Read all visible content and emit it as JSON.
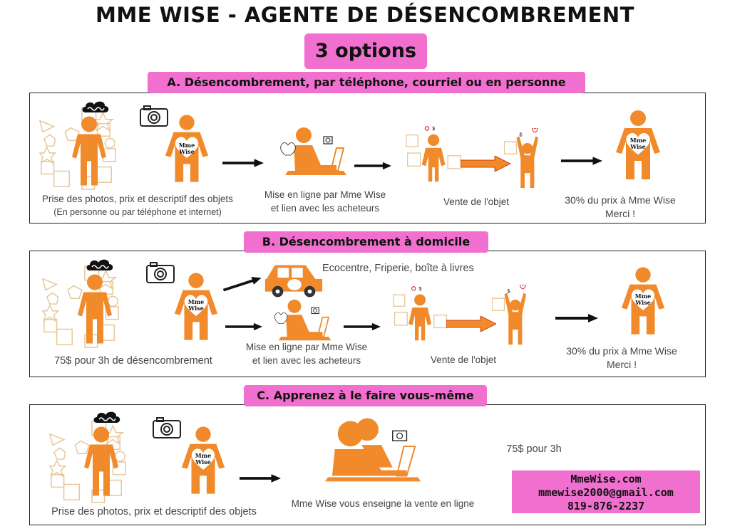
{
  "title": "MME WISE - AGENTE DE DÉSENCOMBREMENT",
  "options_badge": "3 options",
  "colors": {
    "accent_pink": "#f06fcf",
    "figure_orange": "#f08a2a",
    "text": "#111111"
  },
  "icons": [
    "person-with-items-icon",
    "camera-icon",
    "mme-wise-agent-icon",
    "arrow-right-icon",
    "laptop-person-icon",
    "car-icon",
    "seller-icon",
    "buyer-icon"
  ],
  "section_a": {
    "label": "A. Désencombrement, par téléphone, courriel ou en personne",
    "captions": {
      "photos_line1": "Prise des photos, prix et descriptif des objets",
      "photos_line2": "(En personne ou par téléphone et internet)",
      "online_line1": "Mise en ligne par Mme Wise",
      "online_line2": "et lien avec les acheteurs",
      "sale": "Vente de l'objet",
      "commission_line1": "30% du prix à Mme Wise",
      "commission_line2": "Merci !"
    }
  },
  "section_b": {
    "label": "B. Désencombrement à domicile",
    "captions": {
      "price": "75$ pour 3h de désencombrement",
      "donation": "Ecocentre, Friperie, boîte à livres",
      "online_line1": "Mise en ligne par Mme Wise",
      "online_line2": "et lien avec les acheteurs",
      "sale": "Vente de l'objet",
      "commission_line1": "30% du prix à Mme Wise",
      "commission_line2": "Merci !"
    }
  },
  "section_c": {
    "label": "C. Apprenez à le faire vous-même",
    "captions": {
      "photos": "Prise des photos, prix et descriptif des objets",
      "teach": "Mme Wise vous enseigne la vente en ligne",
      "price": "75$ pour 3h"
    }
  },
  "figure_text": {
    "heart_line1": "Mme",
    "heart_line2": "Wise",
    "dollar": "$"
  },
  "contact": {
    "website": "MmeWise.com",
    "email": "mmewise2000@gmail.com",
    "phone": "819-876-2237"
  }
}
